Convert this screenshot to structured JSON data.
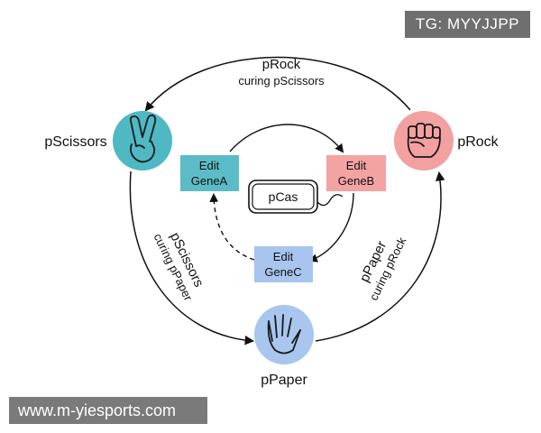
{
  "nodes": {
    "scissors": {
      "label": "pScissors",
      "color": "#4fb8c3"
    },
    "rock": {
      "label": "pRock",
      "color": "#f2a0a0"
    },
    "paper": {
      "label": "pPaper",
      "color": "#a8c6ee"
    }
  },
  "arcs": {
    "top": {
      "line1": "pRock",
      "line2": "curing pScissors"
    },
    "left": {
      "line1": "pScissors",
      "line2": "curing pPaper"
    },
    "right": {
      "line1": "pPaper",
      "line2": "curing pRock"
    }
  },
  "genes": {
    "a": {
      "line1": "Edit",
      "line2": "GeneA",
      "color": "#5bbcc7"
    },
    "b": {
      "line1": "Edit",
      "line2": "GeneB",
      "color": "#f4a3a3"
    },
    "c": {
      "line1": "Edit",
      "line2": "GeneC",
      "color": "#a7c5ed"
    }
  },
  "plasmid": {
    "label": "pCas"
  },
  "watermarks": {
    "top_right": "TG: MYYJJPP",
    "bottom_left": "www.m-yiesports.com"
  }
}
